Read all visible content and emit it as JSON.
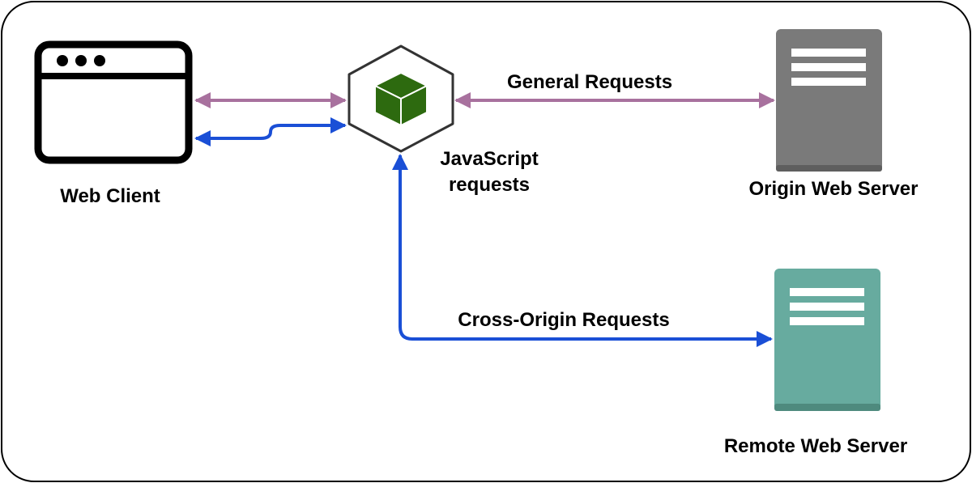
{
  "nodes": {
    "web_client": {
      "label": "Web Client"
    },
    "javascript": {
      "label_line1": "JavaScript",
      "label_line2": "requests"
    },
    "origin_server": {
      "label": "Origin Web Server"
    },
    "remote_server": {
      "label": "Remote Web Server"
    }
  },
  "edges": {
    "general": {
      "label": "General Requests"
    },
    "cross_origin": {
      "label": "Cross-Origin Requests"
    }
  },
  "colors": {
    "general_requests": "#a8719e",
    "cross_origin_requests": "#1a4fd6",
    "origin_server": "#7a7a7a",
    "origin_server_base": "#5e5e5e",
    "remote_server": "#67ab9f",
    "remote_server_base": "#4e8a7e",
    "cube": "#2d6a0f",
    "outline": "#000000"
  }
}
